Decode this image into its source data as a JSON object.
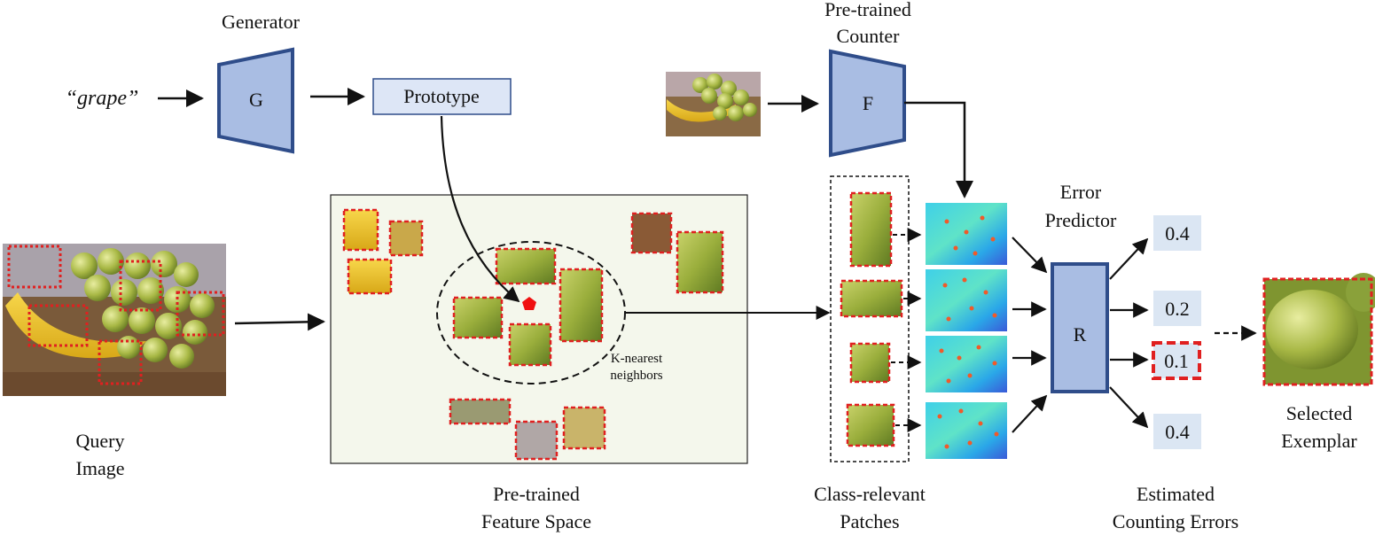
{
  "labels": {
    "generator": "Generator",
    "grape_prompt": "“grape”",
    "g_block": "G",
    "prototype": "Prototype",
    "pretrained_counter_l1": "Pre-trained",
    "pretrained_counter_l2": "Counter",
    "f_block": "F",
    "query_l1": "Query",
    "query_l2": "Image",
    "feature_space_l1": "Pre-trained",
    "feature_space_l2": "Feature Space",
    "knn_l1": "K-nearest",
    "knn_l2": "neighbors",
    "class_patches_l1": "Class-relevant",
    "class_patches_l2": "Patches",
    "error_predictor_l1": "Error",
    "error_predictor_l2": "Predictor",
    "r_block": "R",
    "counting_errors_l1": "Estimated",
    "counting_errors_l2": "Counting Errors",
    "selected_l1": "Selected",
    "selected_l2": "Exemplar"
  },
  "errors": [
    "0.4",
    "0.2",
    "0.1",
    "0.4"
  ],
  "colors": {
    "block_fill": "#a9bde3",
    "block_stroke": "#2f4d8a",
    "prototype_fill": "#dde6f6",
    "score_fill": "#dbe6f3",
    "patch_dash": "#e02020",
    "feature_bg": "#f4f7ec",
    "prototype_marker": "#f01010"
  }
}
